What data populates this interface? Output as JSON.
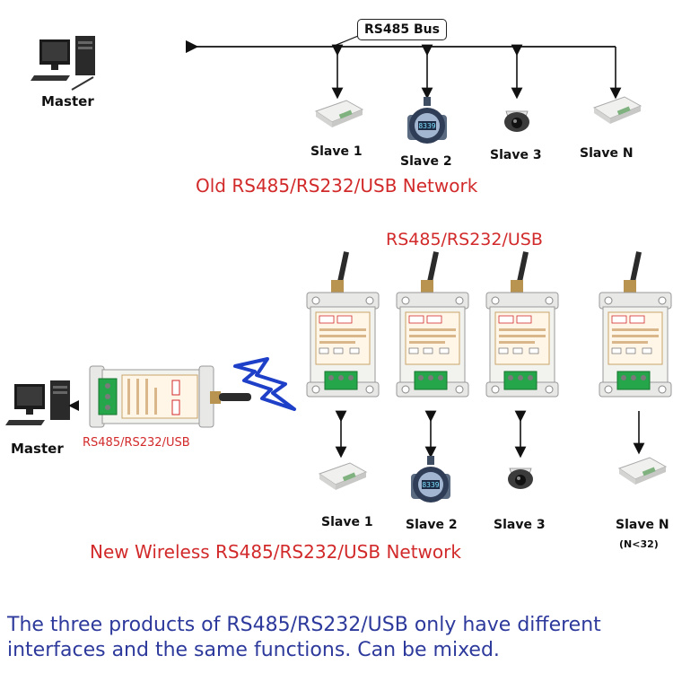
{
  "old_network": {
    "bus_label": "RS485 Bus",
    "master_label": "Master",
    "slaves": [
      "Slave 1",
      "Slave 2",
      "Slave 3",
      "Slave N"
    ],
    "title": "Old RS485/RS232/USB Network"
  },
  "new_network": {
    "interface_label": "RS485/RS232/USB",
    "master_label": "Master",
    "master_interface_label": "RS485/RS232/USB",
    "slaves": [
      "Slave 1",
      "Slave 2",
      "Slave 3",
      "Slave N"
    ],
    "slave_n_note": "(N<32)",
    "title": "New Wireless RS485/RS232/USB Network"
  },
  "footer_note": "The three products of RS485/RS232/USB only have different interfaces and the same functions. Can be mixed.",
  "colors": {
    "title_red": "#d22a2a",
    "note_blue": "#2d3a9c",
    "wireless_blue": "#1e3fc8",
    "terminal_green": "#25a64a"
  }
}
